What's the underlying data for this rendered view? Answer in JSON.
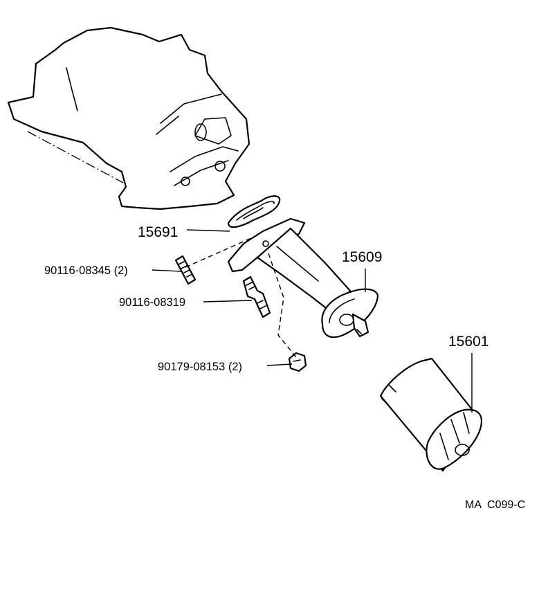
{
  "callouts": {
    "gasket": "15691",
    "bracket": "15609",
    "filter": "15601",
    "stud": "90116-08345 (2)",
    "union_bolt": "90116-08319",
    "nut": "90179-08153 (2)"
  },
  "figure_code": "MA  C099-C"
}
